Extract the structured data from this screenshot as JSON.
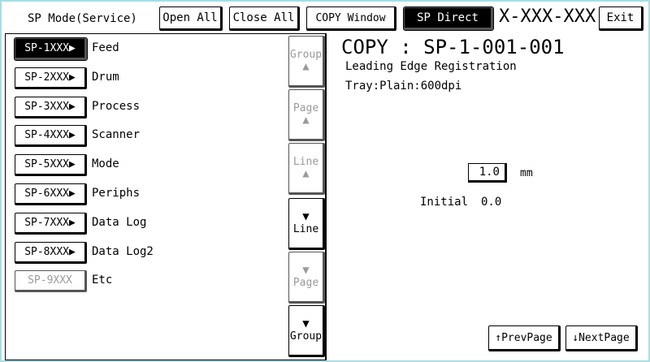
{
  "header": {
    "title": "SP Mode(Service)",
    "open_all": "Open All",
    "close_all": "Close All",
    "copy_window": "COPY Window",
    "sp_direct": "SP Direct",
    "code": "X-XXX-XXX",
    "exit": "Exit"
  },
  "groups": [
    {
      "button": "SP-1XXX▶",
      "label": "Feed",
      "state": "selected"
    },
    {
      "button": "SP-2XXX▶",
      "label": "Drum",
      "state": "normal"
    },
    {
      "button": "SP-3XXX▶",
      "label": "Process",
      "state": "normal"
    },
    {
      "button": "SP-4XXX▶",
      "label": "Scanner",
      "state": "normal"
    },
    {
      "button": "SP-5XXX▶",
      "label": "Mode",
      "state": "normal"
    },
    {
      "button": "SP-6XXX▶",
      "label": "Periphs",
      "state": "normal"
    },
    {
      "button": "SP-7XXX▶",
      "label": "Data Log",
      "state": "normal"
    },
    {
      "button": "SP-8XXX▶",
      "label": "Data Log2",
      "state": "normal"
    },
    {
      "button": "SP-9XXX",
      "label": "Etc",
      "state": "disabled"
    }
  ],
  "scroll": [
    {
      "arrow": "▲",
      "label": "Group",
      "dir": "up",
      "enabled": false
    },
    {
      "arrow": "▲",
      "label": "Page",
      "dir": "up",
      "enabled": false
    },
    {
      "arrow": "▲",
      "label": "Line",
      "dir": "up",
      "enabled": false
    },
    {
      "arrow": "▼",
      "label": "Line",
      "dir": "down",
      "enabled": true
    },
    {
      "arrow": "▼",
      "label": "Page",
      "dir": "down",
      "enabled": false
    },
    {
      "arrow": "▼",
      "label": "Group",
      "dir": "down",
      "enabled": true
    }
  ],
  "detail": {
    "title": "COPY : SP-1-001-001",
    "name": "Leading Edge Registration",
    "sub": "Tray:Plain:600dpi",
    "value": "1.0",
    "unit": "mm",
    "initial_label": "Initial",
    "initial_value": "0.0",
    "prev": "↑PrevPage",
    "next": "↓NextPage"
  },
  "colors": {
    "border": "#a9dde4",
    "selected": "#000000",
    "disabled": "#9a9a9a"
  }
}
